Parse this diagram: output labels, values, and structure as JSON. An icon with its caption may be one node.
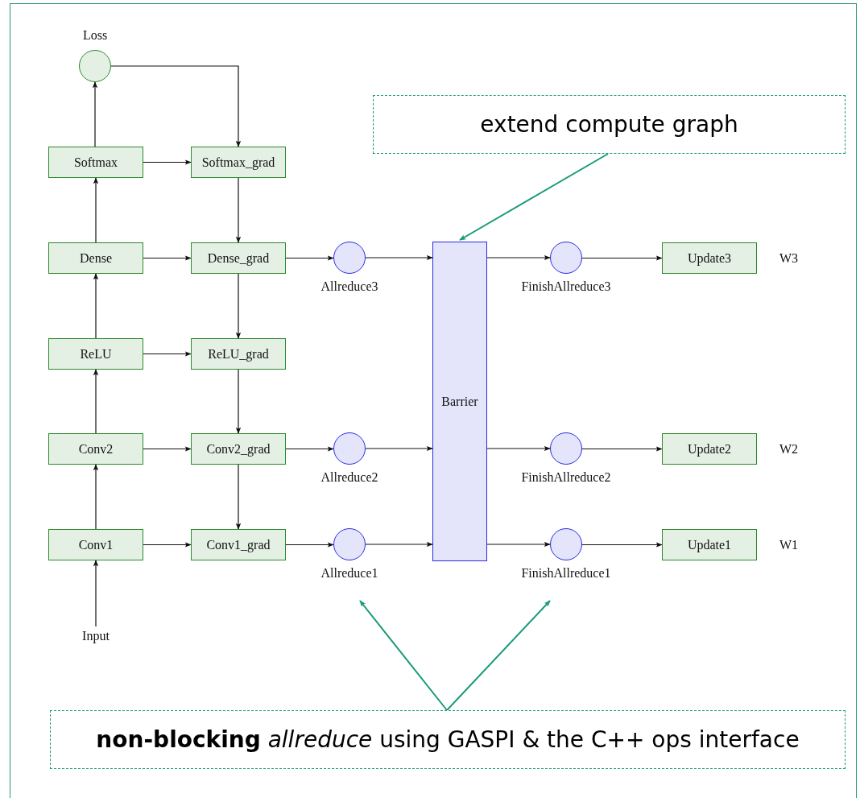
{
  "diagram": {
    "nodes": [
      {
        "text": [
          "Loss"
        ]
      },
      {
        "text": [
          "Softmax"
        ]
      },
      {
        "text": [
          "Softmax_grad"
        ]
      },
      {
        "text": [
          "Dense"
        ]
      },
      {
        "text": [
          "Dense_grad"
        ]
      },
      {
        "text": [
          "Allreduce3"
        ]
      },
      {
        "text": [
          "Barrier"
        ]
      },
      {
        "text": [
          "FinishAllreduce3"
        ]
      },
      {
        "text": [
          "Update3"
        ],
        "beside": [
          "W3"
        ]
      },
      {
        "text": [
          "ReLU"
        ]
      },
      {
        "text": [
          "ReLU_grad"
        ]
      },
      {
        "text": [
          "Conv2"
        ]
      },
      {
        "text": [
          "Conv2_grad"
        ]
      },
      {
        "text": [
          "Allreduce2"
        ]
      },
      {
        "text": [
          "FinishAllreduce2"
        ]
      },
      {
        "text": [
          "Update2"
        ],
        "beside": [
          "W2"
        ]
      },
      {
        "text": [
          "Conv1"
        ]
      },
      {
        "text": [
          "Conv1_grad"
        ]
      },
      {
        "text": [
          "Allreduce1"
        ]
      },
      {
        "text": [
          "FinishAllreduce1"
        ]
      },
      {
        "text": [
          "Update1"
        ],
        "beside": [
          "W1"
        ]
      },
      {
        "text": [
          "Input"
        ]
      },
      {
        "text": [
          "extend compute graph"
        ]
      },
      {
        "text": [
          "**non-blocking** *allreduce* using GASPI & the C++ ops interface"
        ]
      }
    ],
    "edges": [
      {
        "from": 21,
        "to": 16,
        "arrow": "to"
      },
      {
        "from": 16,
        "to": 11,
        "arrow": "to"
      },
      {
        "from": 11,
        "to": 9,
        "arrow": "to"
      },
      {
        "from": 9,
        "to": 3,
        "arrow": "to"
      },
      {
        "from": 3,
        "to": 1,
        "arrow": "to"
      },
      {
        "from": 1,
        "to": 0,
        "arrow": "to"
      },
      {
        "from": 0,
        "to": 2,
        "arrow": "to"
      },
      {
        "from": 1,
        "to": 2,
        "arrow": "to"
      },
      {
        "from": 2,
        "to": 4,
        "arrow": "to"
      },
      {
        "from": 3,
        "to": 4,
        "arrow": "to"
      },
      {
        "from": 4,
        "to": 10,
        "arrow": "to"
      },
      {
        "from": 9,
        "to": 10,
        "arrow": "to"
      },
      {
        "from": 10,
        "to": 12,
        "arrow": "to"
      },
      {
        "from": 11,
        "to": 12,
        "arrow": "to"
      },
      {
        "from": 12,
        "to": 17,
        "arrow": "to"
      },
      {
        "from": 16,
        "to": 17,
        "arrow": "to"
      },
      {
        "from": 4,
        "to": 5,
        "arrow": "to"
      },
      {
        "from": 12,
        "to": 13,
        "arrow": "to"
      },
      {
        "from": 17,
        "to": 18,
        "arrow": "to"
      },
      {
        "from": 5,
        "to": 6,
        "arrow": "to"
      },
      {
        "from": 13,
        "to": 6,
        "arrow": "to"
      },
      {
        "from": 18,
        "to": 6,
        "arrow": "to"
      },
      {
        "from": 6,
        "to": 7,
        "arrow": "to"
      },
      {
        "from": 6,
        "to": 14,
        "arrow": "to"
      },
      {
        "from": 6,
        "to": 19,
        "arrow": "to"
      },
      {
        "from": 7,
        "to": 8,
        "arrow": "to"
      },
      {
        "from": 14,
        "to": 15,
        "arrow": "to"
      },
      {
        "from": 19,
        "to": 20,
        "arrow": "to"
      },
      {
        "from": 22,
        "to": 6,
        "arrow": "to",
        "color": "#1a9a7a"
      },
      {
        "from": 23,
        "to": 18,
        "arrow": "to",
        "color": "#1a9a7a"
      },
      {
        "from": 23,
        "to": 19,
        "arrow": "to",
        "color": "#1a9a7a"
      }
    ]
  }
}
